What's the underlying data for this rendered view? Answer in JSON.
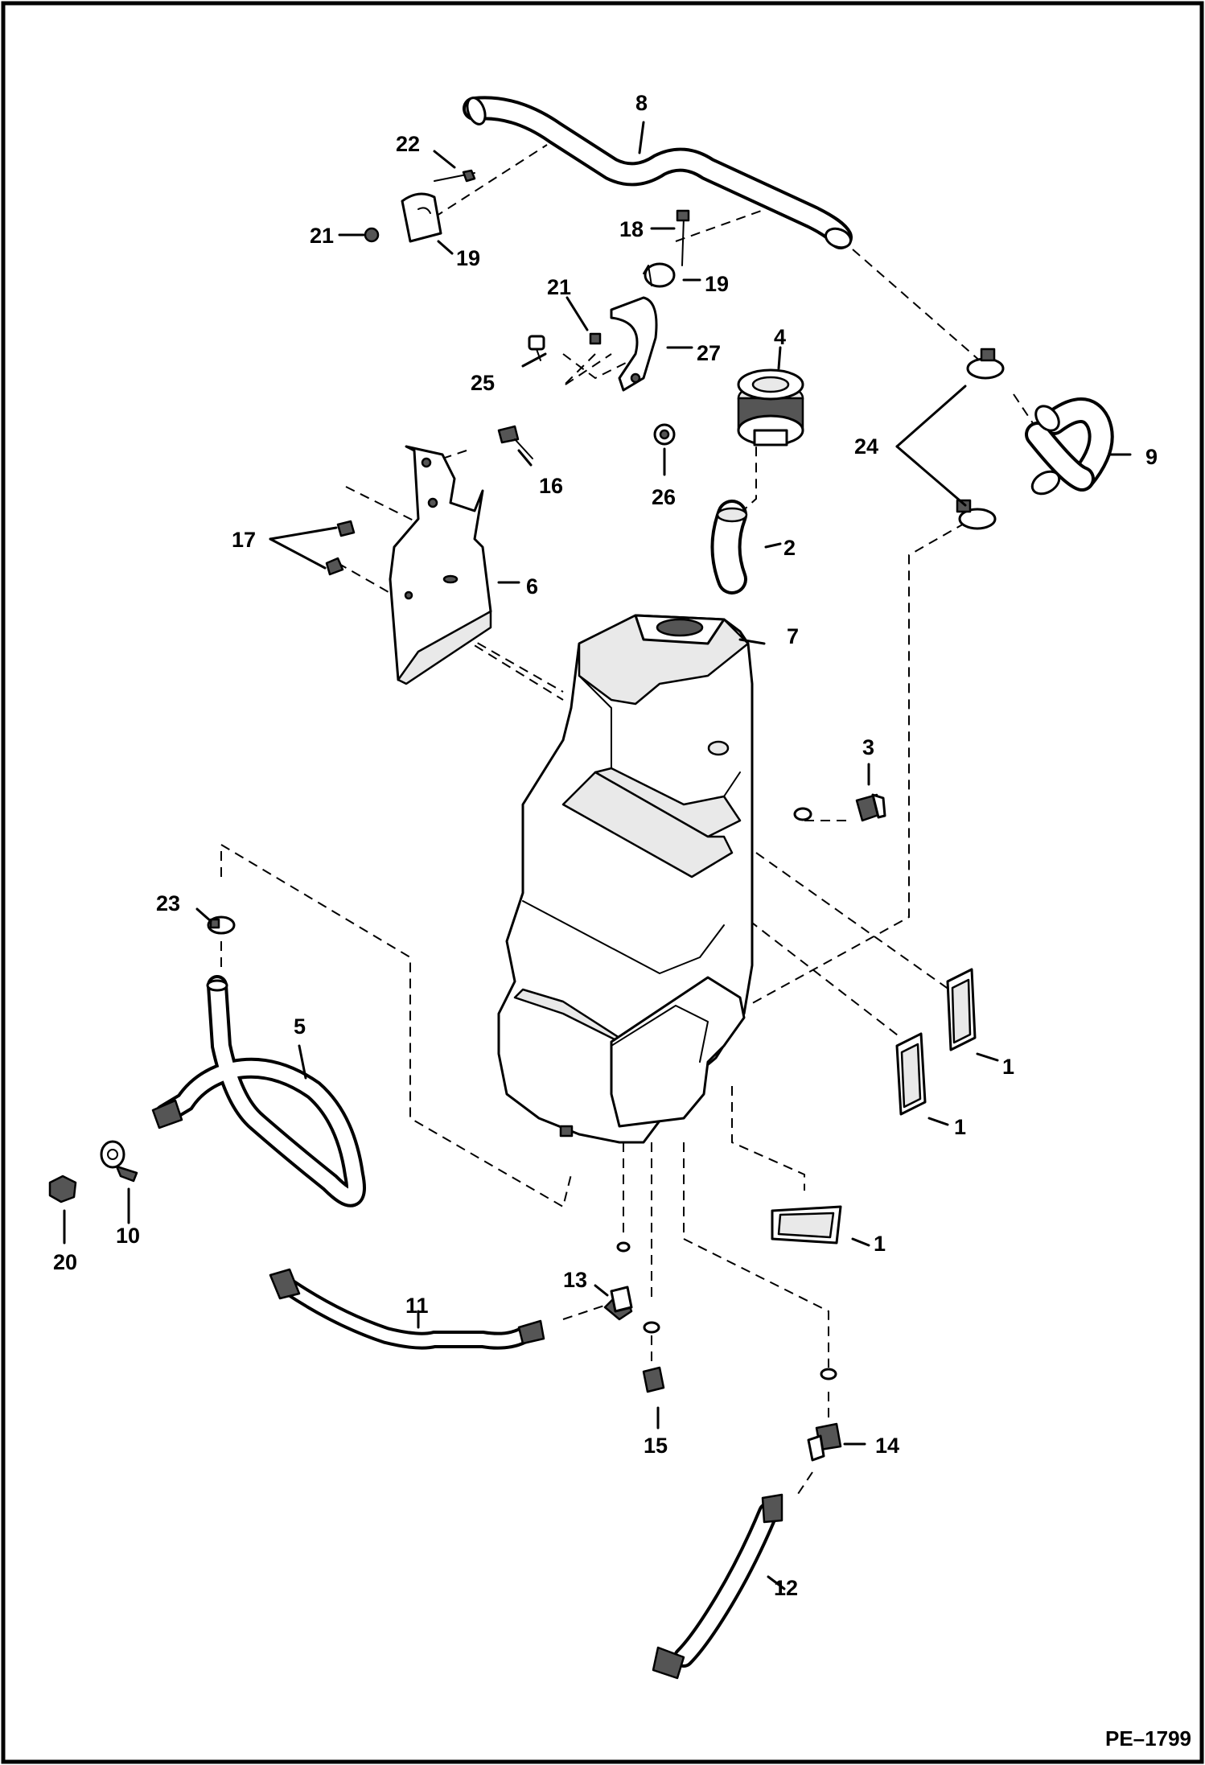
{
  "figure": {
    "doc_id": "PE–1799"
  },
  "callouts": {
    "c1a": "1",
    "c1b": "1",
    "c1c": "1",
    "c2": "2",
    "c3": "3",
    "c4": "4",
    "c5": "5",
    "c6": "6",
    "c7": "7",
    "c8": "8",
    "c9": "9",
    "c10": "10",
    "c11": "11",
    "c12": "12",
    "c13": "13",
    "c14": "14",
    "c15": "15",
    "c16": "16",
    "c17": "17",
    "c18": "18",
    "c19a": "19",
    "c19b": "19",
    "c20": "20",
    "c21a": "21",
    "c21b": "21",
    "c22": "22",
    "c23": "23",
    "c24": "24",
    "c25": "25",
    "c26": "26",
    "c27": "27"
  }
}
